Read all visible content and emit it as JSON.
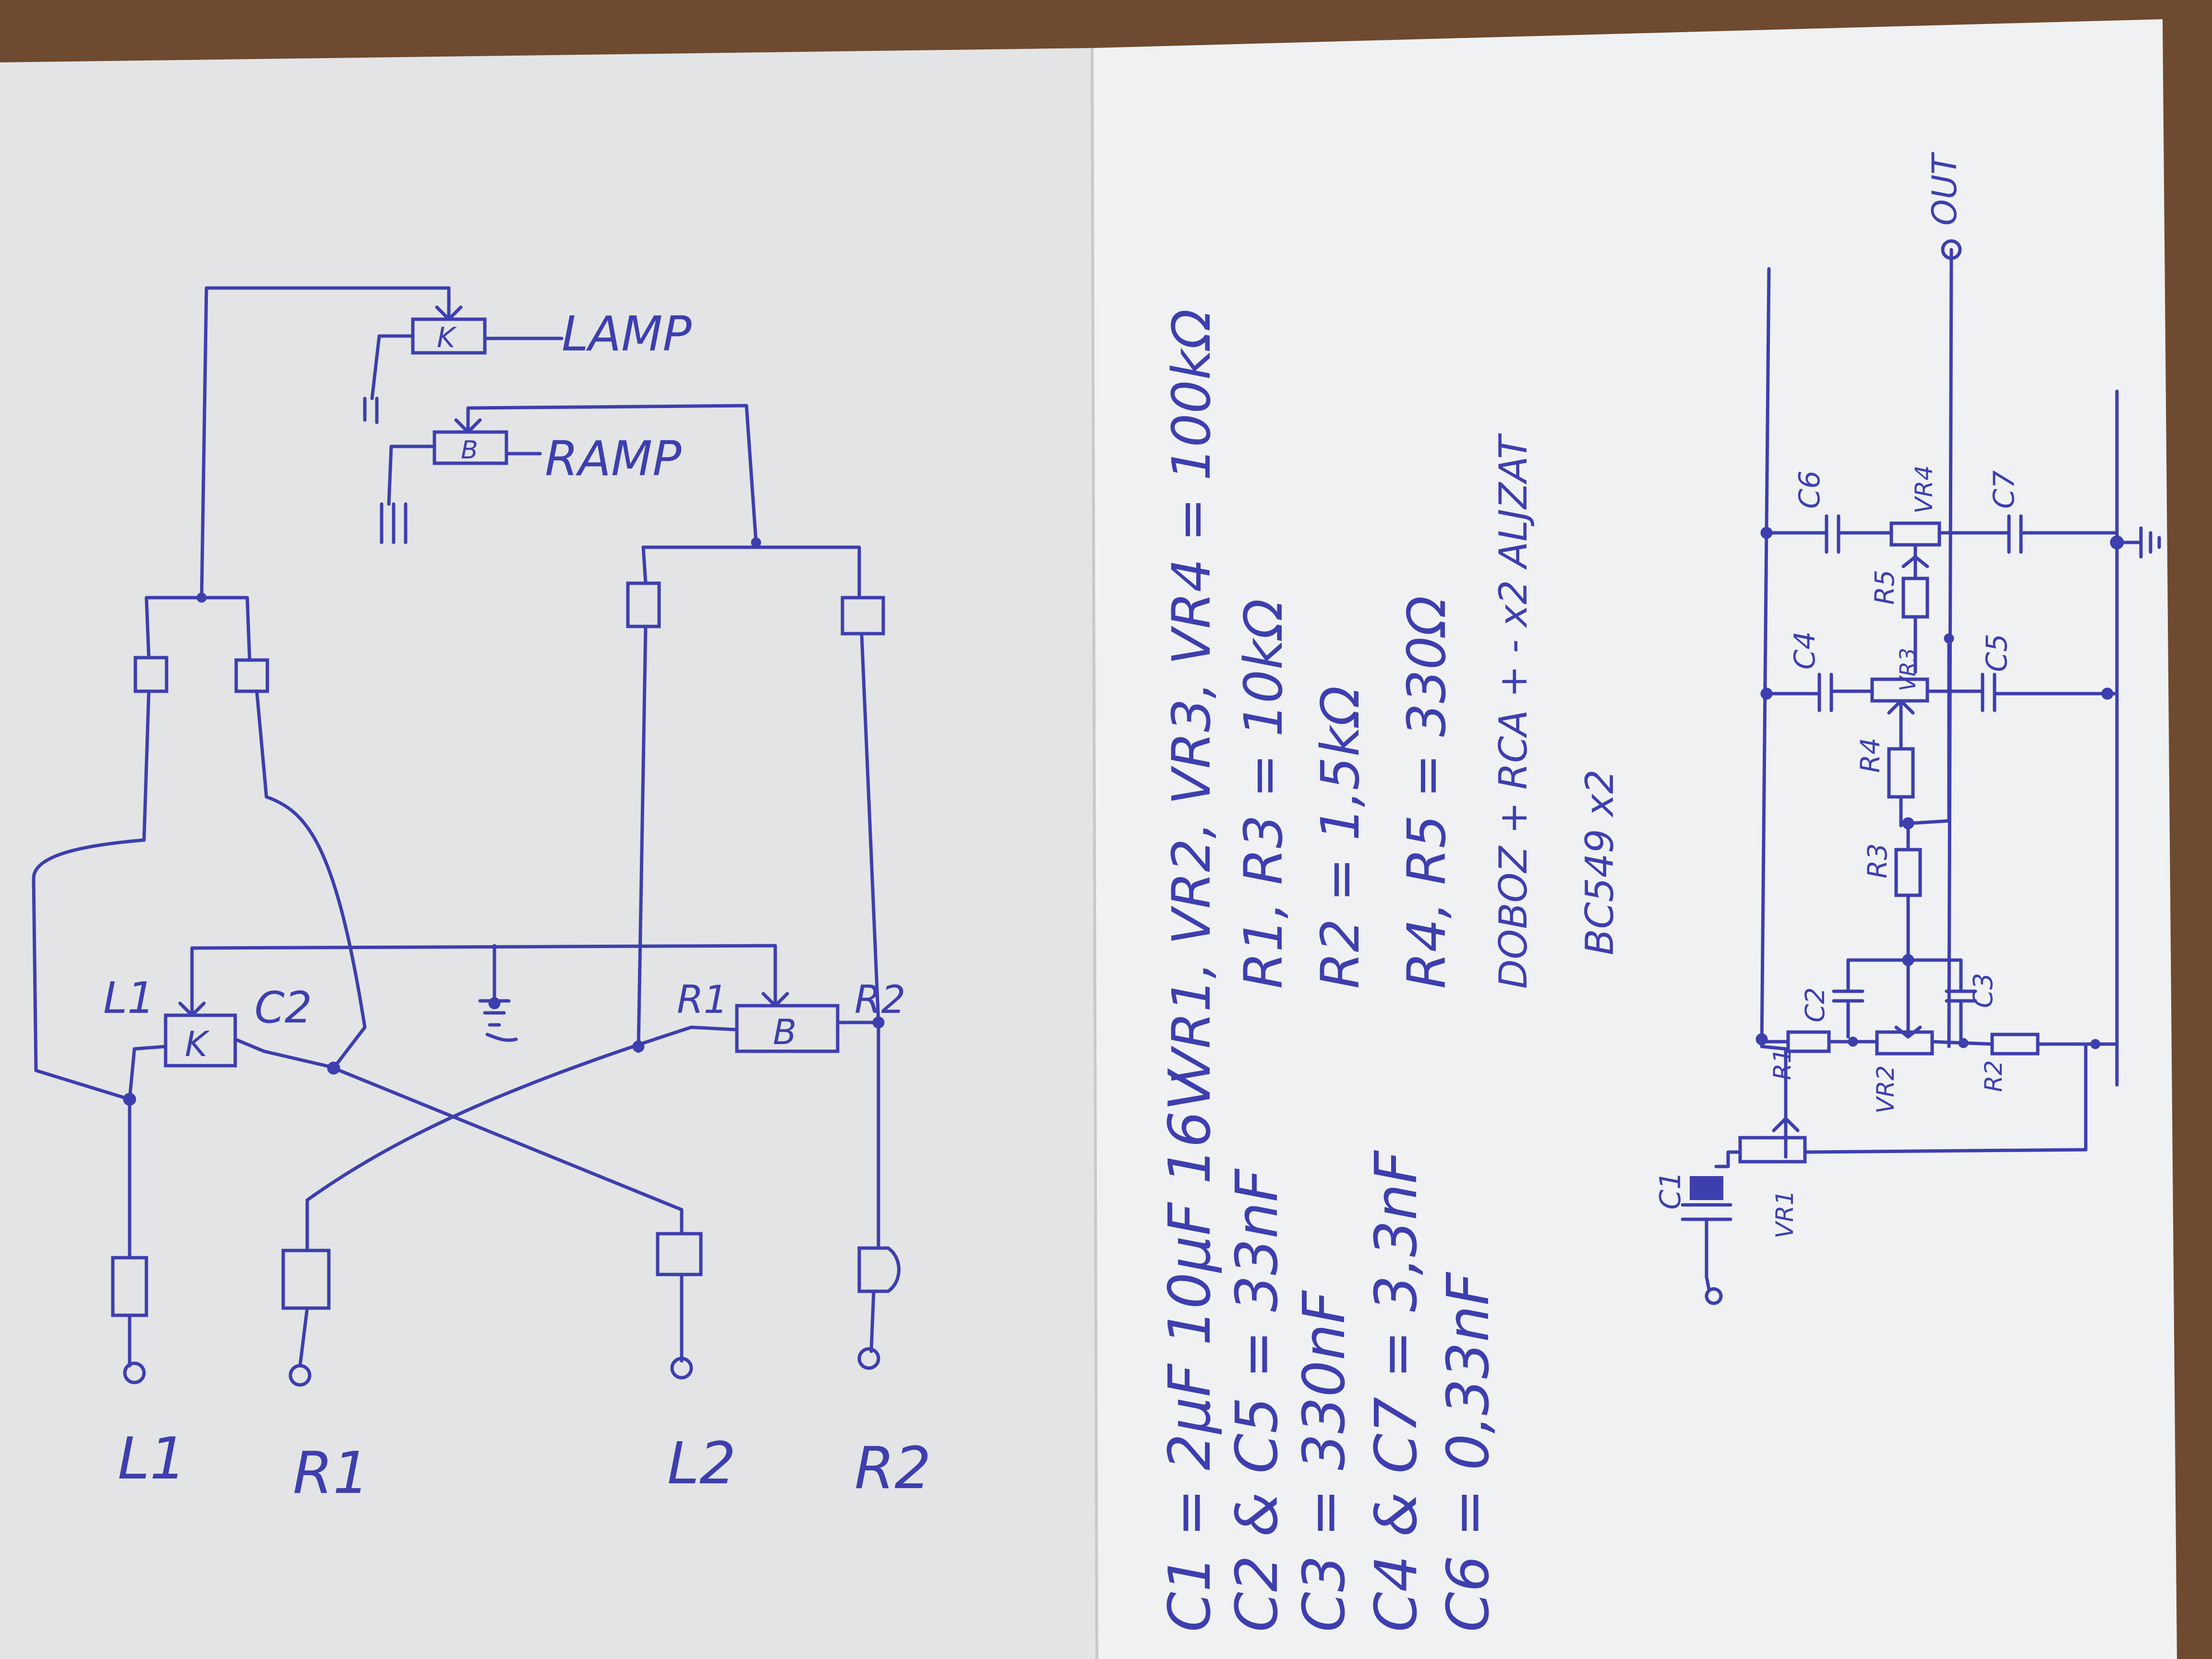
{
  "colors": {
    "desk": "#6e4a30",
    "paper_left": "#e3e4e5",
    "paper_right": "#f0f1f2",
    "ink": "#3d3fae"
  },
  "wiring": {
    "top_labels": {
      "lamp": "LAMP",
      "ramp": "RAMP"
    },
    "pot_labels": {
      "k": "K",
      "b": "B"
    },
    "terminal_labels": {
      "l1": "L1",
      "c2": "C2",
      "r1": "R1",
      "r2": "R2"
    },
    "inputs": [
      "L1",
      "R1",
      "L2",
      "R2"
    ]
  },
  "components": {
    "lines": [
      "C1 = 2µF  10µF  16V",
      "C2 & C5 = 33nF",
      "C3 = 330nF",
      "C4 & C7 = 3,3nF",
      "C6 = 0,33nF"
    ],
    "right_lines": [
      "VR1, VR2, VR3, VR4 = 100kΩ",
      "R1, R3 = 10kΩ",
      "R2 = 1,5kΩ",
      "R4, R5 = 330Ω",
      "DOBOZ + RCA + - x2 ALJZAT",
      "BC549 x2"
    ]
  },
  "schematic": {
    "out_label": "OUT",
    "c1": "C1",
    "vr1": "VR1",
    "vr2": "VR2",
    "vr3": "VR3",
    "vr4": "VR4",
    "r1": "R1",
    "r2": "R2",
    "r3": "R3",
    "r4": "R4",
    "r5": "R5",
    "c2": "C2",
    "c3": "C3",
    "c4": "C4",
    "c5": "C5",
    "c6": "C6",
    "c7": "C7"
  }
}
